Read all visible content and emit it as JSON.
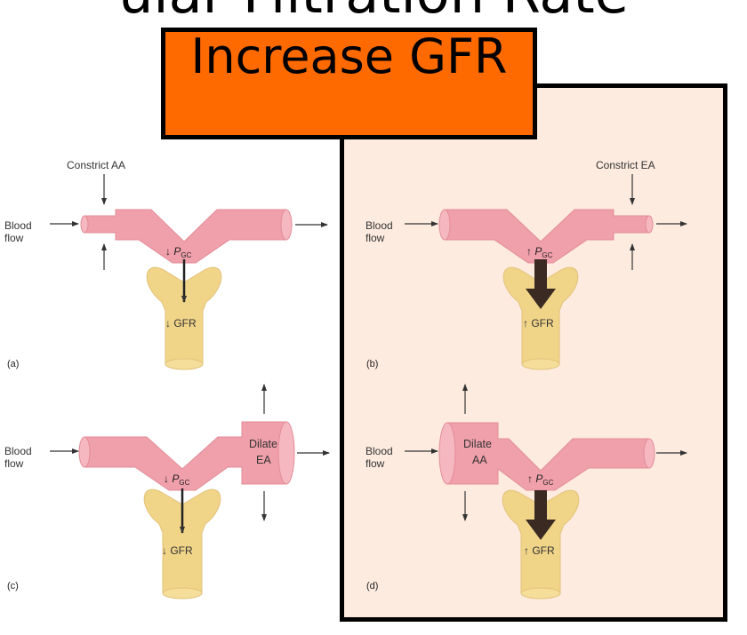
{
  "slide": {
    "title_fragment": "ular Filtration Rate",
    "callout": "Increase GFR"
  },
  "panels": {
    "a": {
      "tag": "(a)",
      "top_label": "Constrict AA",
      "pressure_arrow": "↓",
      "gfr": "↓ GFR"
    },
    "b": {
      "tag": "(b)",
      "top_label": "Constrict EA",
      "pressure_arrow": "↑",
      "gfr": "↑ GFR"
    },
    "c": {
      "tag": "(c)",
      "vessel_label_1": "Dilate",
      "vessel_label_2": "EA",
      "pressure_arrow": "↓",
      "gfr": "↓ GFR"
    },
    "d": {
      "tag": "(d)",
      "vessel_label_1": "Dilate",
      "vessel_label_2": "AA",
      "pressure_arrow": "↑",
      "gfr": "↑ GFR"
    }
  },
  "common": {
    "blood": "Blood",
    "flow": "flow",
    "p_symbol": "P",
    "p_subscript": "GC"
  },
  "colors": {
    "callout": "#ff6a00",
    "highlight_panel": "#fdebdf",
    "vessel": "#f0a0aa",
    "glomerulus": "#f0d488",
    "arrow": "#333333"
  }
}
